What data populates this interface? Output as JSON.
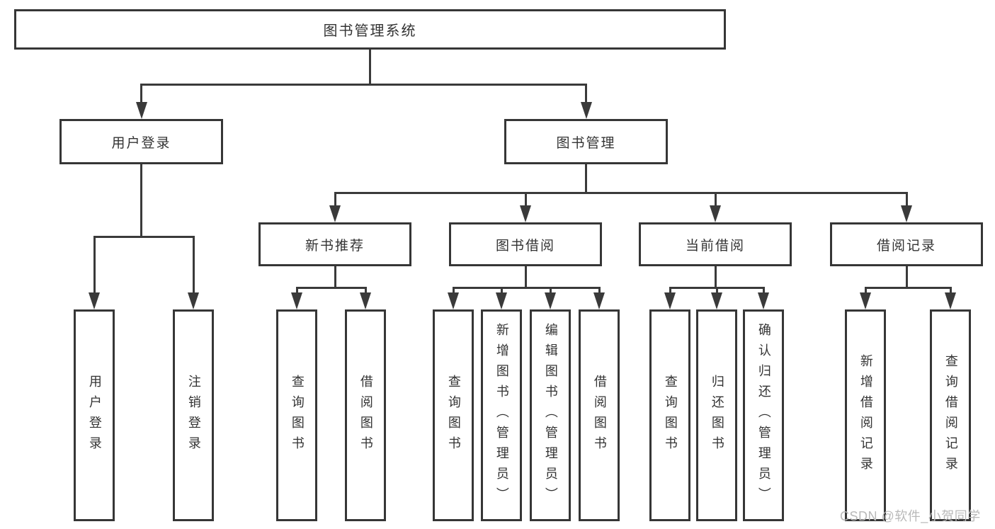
{
  "nodes": {
    "root": {
      "label": "图书管理系统"
    },
    "level2": [
      {
        "label": "用户登录"
      },
      {
        "label": "图书管理"
      }
    ],
    "level3": [
      {
        "label": "新书推荐"
      },
      {
        "label": "图书借阅"
      },
      {
        "label": "当前借阅"
      },
      {
        "label": "借阅记录"
      }
    ],
    "leaves": {
      "user_login": [
        {
          "label": "用户登录"
        },
        {
          "label": "注销登录"
        }
      ],
      "new_book_rec": [
        {
          "label": "查询图书"
        },
        {
          "label": "借阅图书"
        }
      ],
      "book_borrow": [
        {
          "label": "查询图书"
        },
        {
          "label": "新增图书（管理员）"
        },
        {
          "label": "编辑图书（管理员）"
        },
        {
          "label": "借阅图书"
        }
      ],
      "current_borrow": [
        {
          "label": "查询图书"
        },
        {
          "label": "归还图书"
        },
        {
          "label": "确认归还（管理员）"
        }
      ],
      "borrow_records": [
        {
          "label": "新增借阅记录"
        },
        {
          "label": "查询借阅记录"
        }
      ]
    }
  },
  "watermark": {
    "text": "CSDN @软件_小贺同学"
  },
  "colors": {
    "line": "#3a3a3a",
    "box_border": "#363636",
    "box_fill": "#ffffff",
    "text": "#333333",
    "watermark": "#b9b9b9",
    "background": "#ffffff"
  }
}
